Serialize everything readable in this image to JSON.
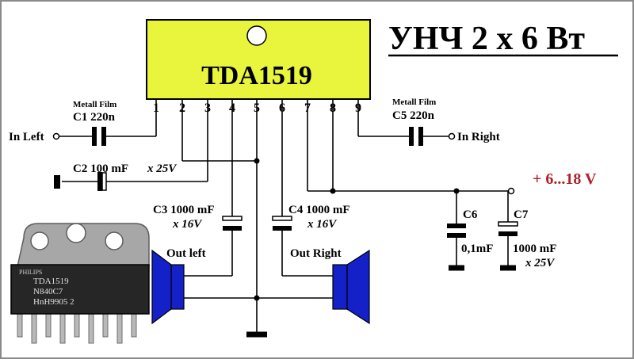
{
  "title": "УНЧ  2 х 6 Вт",
  "chip": {
    "name": "TDA1519",
    "pins": [
      "1",
      "2",
      "3",
      "4",
      "5",
      "6",
      "7",
      "8",
      "9"
    ]
  },
  "inputs": {
    "left": "In Left",
    "right": "In Right"
  },
  "capacitors": {
    "c1": {
      "note": "Metall Film",
      "label": "C1  220n"
    },
    "c5": {
      "note": "Metall Film",
      "label": "C5  220n"
    },
    "c2": {
      "label": "C2  100 mF",
      "voltage": "x 25V"
    },
    "c3": {
      "label": "C3  1000 mF",
      "voltage": "x 16V"
    },
    "c4": {
      "label": "C4  1000 mF",
      "voltage": "x 16V"
    },
    "c6": {
      "label": "C6",
      "value": "0,1mF"
    },
    "c7": {
      "label": "C7",
      "value": "1000 mF",
      "voltage": "x 25V"
    }
  },
  "speakers": {
    "left": "Out left",
    "right": "Out Right"
  },
  "supply": "+ 6...18 V",
  "photo": {
    "line1": "TDA1519",
    "line2": "N840C7",
    "line3": "HnH9905 2",
    "logo": "PHILIPS"
  },
  "colors": {
    "chip_fill": "#e9f53c",
    "speaker": "#1421c8",
    "supply_text": "#b01e2a",
    "frame": "#8a8a8a"
  }
}
